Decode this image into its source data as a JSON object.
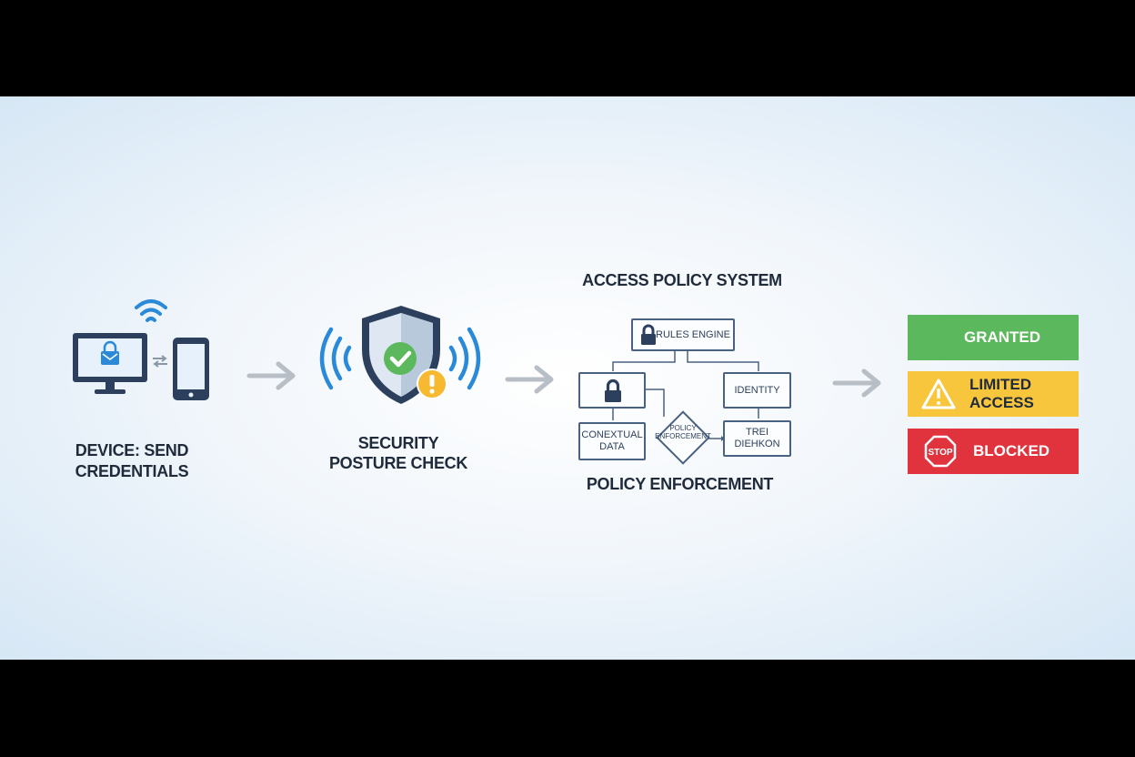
{
  "device": {
    "label": "DEVICE: SEND\nCREDENTIALS"
  },
  "security": {
    "label": "SECURITY\nPOSTURE CHECK"
  },
  "system": {
    "title": "ACCESS POLICY SYSTEM",
    "rules_engine": "RULES ENGINE",
    "identity": "IDENTITY",
    "contextual": "CONEXTUAL\nDATA",
    "diamond": "POLICY\nENFORCEMENT",
    "tre": "TREI DIEHKON",
    "enforcement_label": "POLICY ENFORCEMENT"
  },
  "outcomes": {
    "granted": "GRANTED",
    "limited": "LIMITED ACCESS",
    "blocked": "BLOCKED",
    "stop_sign": "STOP"
  },
  "colors": {
    "granted": "#5cb85c",
    "limited": "#f7c63d",
    "blocked": "#e0333d",
    "accent_blue": "#2b8ad8",
    "navy": "#2c3f5c"
  },
  "icons": [
    "wifi-icon",
    "monitor-icon",
    "phone-icon",
    "shield-check-icon",
    "warning-icon",
    "lock-icon",
    "arrow-right-icon",
    "stop-sign-icon"
  ]
}
